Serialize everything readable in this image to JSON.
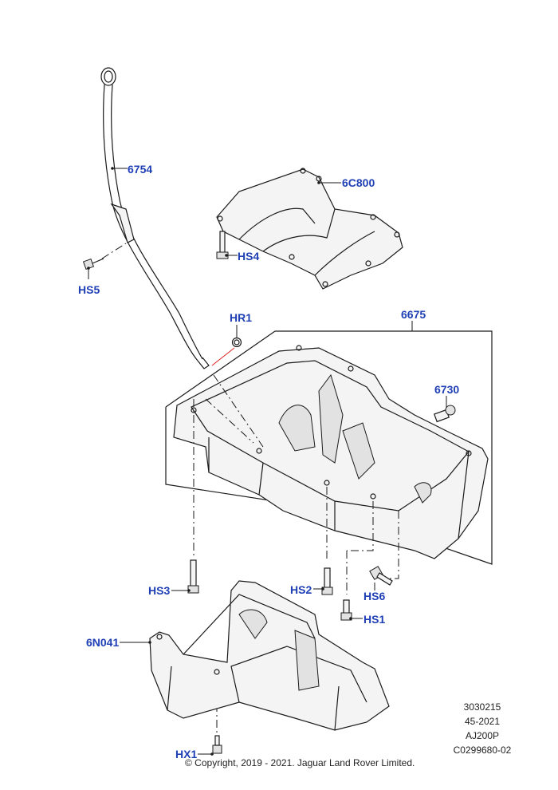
{
  "callouts": {
    "c6754": "6754",
    "c6C800": "6C800",
    "cHS4": "HS4",
    "cHS5": "HS5",
    "cHR1": "HR1",
    "c6675": "6675",
    "c6730": "6730",
    "cHS3": "HS3",
    "cHS2": "HS2",
    "cHS6": "HS6",
    "cHS1": "HS1",
    "c6N041": "6N041",
    "cHX1": "HX1"
  },
  "meta": {
    "line1": "3030215",
    "line2": "45-2021",
    "line3": "AJ200P",
    "line4": "C0299680-02"
  },
  "copyright": "© Copyright, 2019 - 2021. Jaguar Land Rover Limited.",
  "colors": {
    "callout": "#1f3fb5",
    "line": "#1a1a1a",
    "accent_red": "#e02020"
  }
}
